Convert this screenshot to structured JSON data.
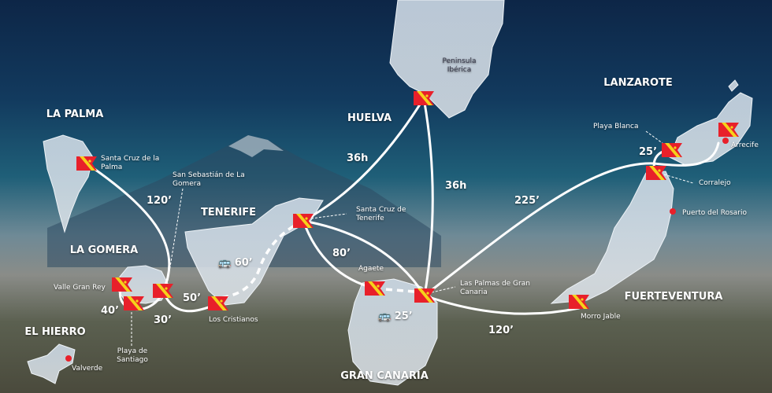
{
  "islands": {
    "la_palma": "LA PALMA",
    "huelva": "HUELVA",
    "lanzarote": "LANZAROTE",
    "tenerife": "TENERIFE",
    "la_gomera": "LA GOMERA",
    "el_hierro": "EL HIERRO",
    "gran_canaria": "GRAN CANARIA",
    "fuerteventura": "FUERTEVENTURA"
  },
  "ports": {
    "peninsula": "Peninsula Ibérica",
    "sc_palma": "Santa Cruz de la Palma",
    "san_sebastian": "San Sebastián de La Gomera",
    "sc_tenerife": "Santa Cruz de Tenerife",
    "valle_gran_rey": "Valle Gran Rey",
    "playa_santiago": "Playa de Santiago",
    "los_cristianos": "Los Cristianos",
    "valverde": "Valverde",
    "agaete": "Agaete",
    "las_palmas": "Las Palmas de Gran Canaria",
    "playa_blanca": "Playa Blanca",
    "arrecife": "Arrecife",
    "corralejo": "Corralejo",
    "puerto_rosario": "Puerto del Rosario",
    "morro_jable": "Morro Jable"
  },
  "durations": {
    "huelva_tenerife": "36h",
    "huelva_gc": "36h",
    "palma_gomera": "120’",
    "gc_lanzarote": "225’",
    "lanzarote_fuerte": "25’",
    "tenerife_gc": "80’",
    "bus_tenerife": "60’",
    "bus_gc": "25’",
    "gomera_tenerife": "50’",
    "valle_gomera": "40’",
    "santiago_gomera": "30’",
    "gc_morro": "120’"
  },
  "colors": {
    "flag_red": "#e8202a",
    "flag_yellow": "#f6d21a",
    "route": "#ffffff",
    "city_dot": "#e8202a"
  },
  "icons": {
    "ferry": "ferry-flag-icon",
    "bus": "bus-icon",
    "city": "city-dot-icon"
  }
}
